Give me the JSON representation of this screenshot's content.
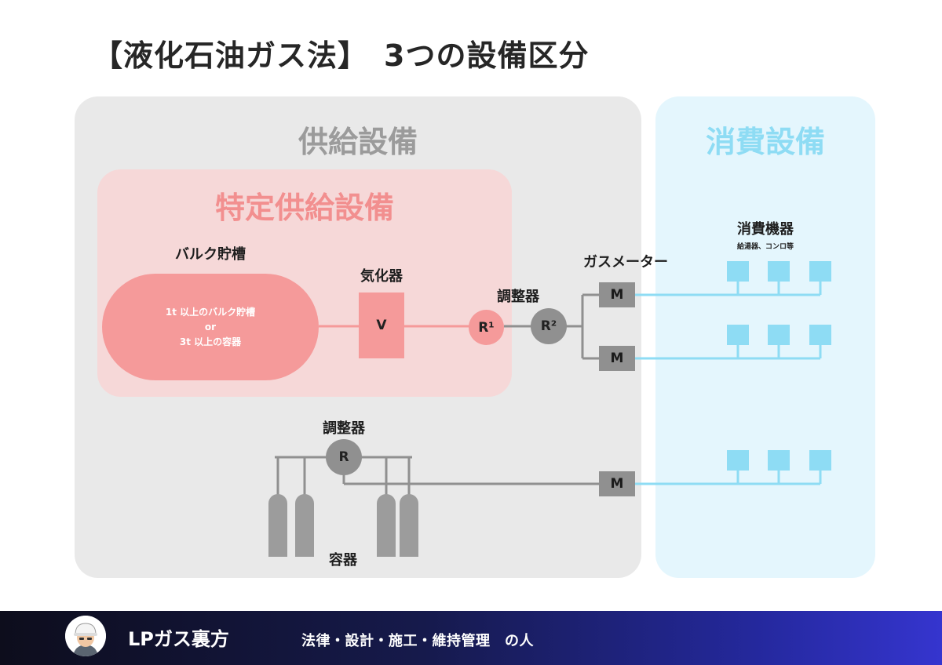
{
  "title": "【液化石油ガス法】　3つの設備区分",
  "sections": {
    "supply": "供給設備",
    "consume": "消費設備",
    "special": "特定供給設備"
  },
  "labels": {
    "bulk_tank": "バルク貯槽",
    "vaporizer": "気化器",
    "regulator_top": "調整器",
    "gas_meter": "ガスメーター",
    "appliances": "消費機器",
    "appliances_note": "給湯器、コンロ等",
    "regulator_bottom": "調整器",
    "containers": "容器"
  },
  "bulk_tank_text": [
    "1t 以上のバルク貯槽",
    "or",
    "3t 以上の容器"
  ],
  "symbols": {
    "vaporizer": "V",
    "r1": "R¹",
    "r2": "R²",
    "r": "R",
    "meter": "M"
  },
  "colors": {
    "supply_bg": "#e9e9e9",
    "consume_bg": "#e4f6fd",
    "special_bg": "#f6d8d8",
    "special_fill": "#f59a9a",
    "equipment_gray": "#909090",
    "pipe_blue": "#8edcf4"
  },
  "footer": {
    "brand": "LPガス裏方",
    "tagline": "法律・設計・施工・維持管理　の人",
    "avatar_icon": "worker-helmet-icon"
  }
}
